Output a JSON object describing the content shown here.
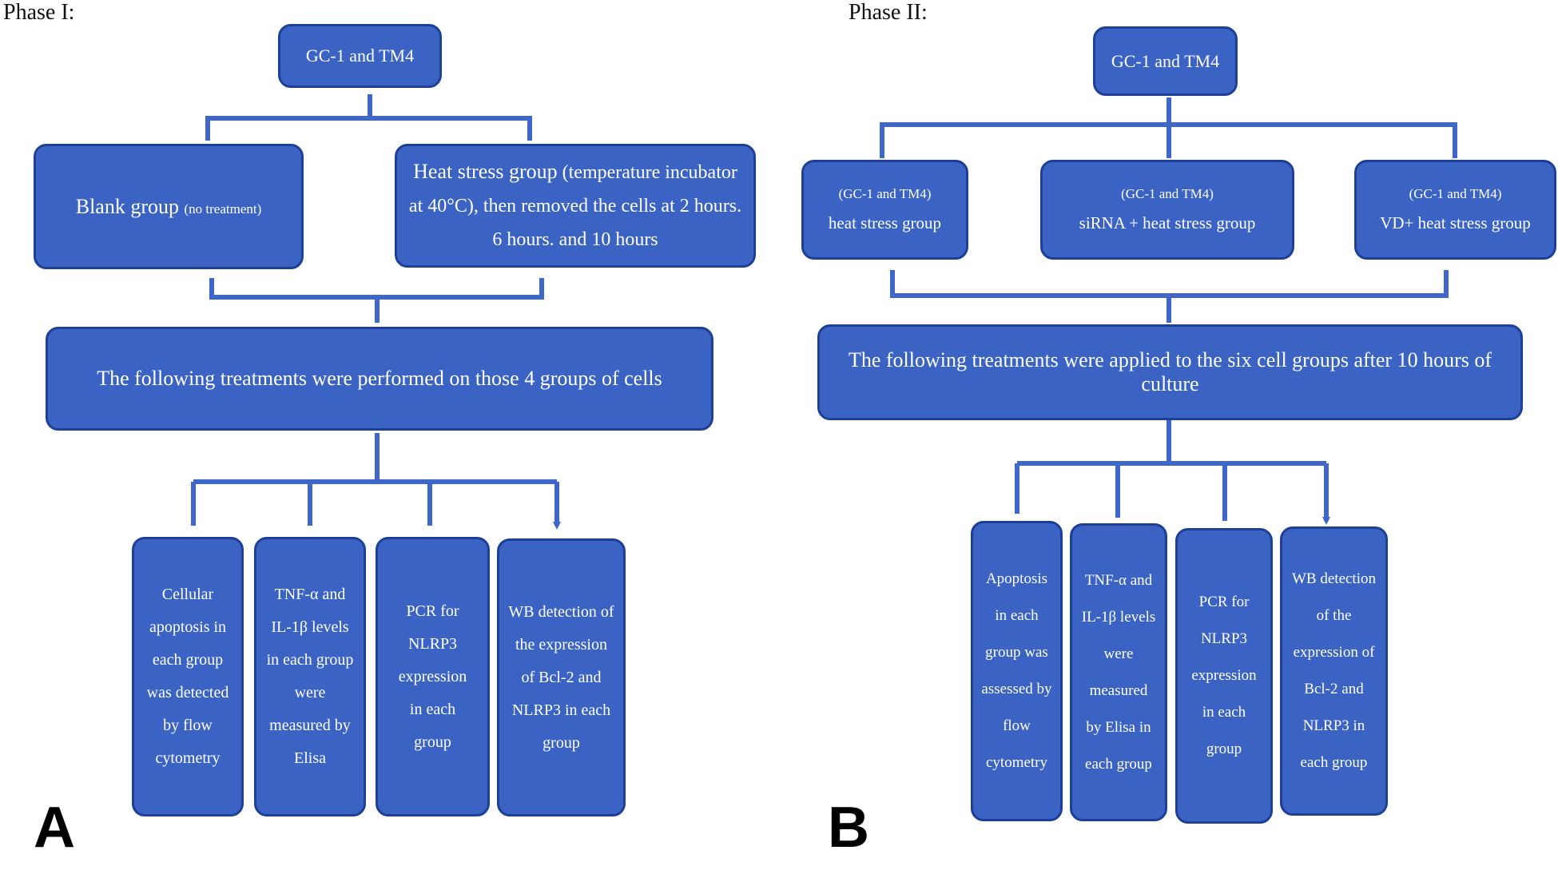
{
  "phase1": {
    "label": "Phase I:",
    "panel": "A",
    "top": "GC-1 and TM4",
    "blank_main": "Blank group",
    "blank_note": "(no treatment)",
    "heat_main": "Heat stress group",
    "heat_note": "(temperature incubator at 40°C), then removed the cells at 2 hours. 6 hours. and 10 hours",
    "treatments": "The following treatments were performed on those 4 groups of cells",
    "outcomes": [
      "Cellular apoptosis in each group was detected by flow cytometry",
      "TNF-α and IL-1β levels in each group were measured by Elisa",
      "PCR for NLRP3 expression in each group",
      "WB detection of the expression of Bcl-2 and NLRP3 in each group"
    ]
  },
  "phase2": {
    "label": "Phase II:",
    "panel": "B",
    "top": "GC-1 and TM4",
    "groups": [
      {
        "note": "(GC-1 and TM4)",
        "name": "heat stress group"
      },
      {
        "note": "(GC-1 and TM4)",
        "name": "siRNA + heat stress group"
      },
      {
        "note": "(GC-1 and TM4)",
        "name": "VD+ heat stress group"
      }
    ],
    "treatments": "The following treatments were applied to the six cell groups after 10 hours of culture",
    "outcomes": [
      "Apoptosis in each group was assessed by flow cytometry",
      "TNF-α and IL-1β levels were measured by Elisa in each group",
      "PCR for NLRP3 expression in each group",
      "WB detection of the expression of Bcl-2 and NLRP3 in each group"
    ]
  },
  "colors": {
    "box_fill": "#3b63c4",
    "box_border": "#1d3f96",
    "line": "#3f67c9",
    "text": "#ffffff"
  }
}
